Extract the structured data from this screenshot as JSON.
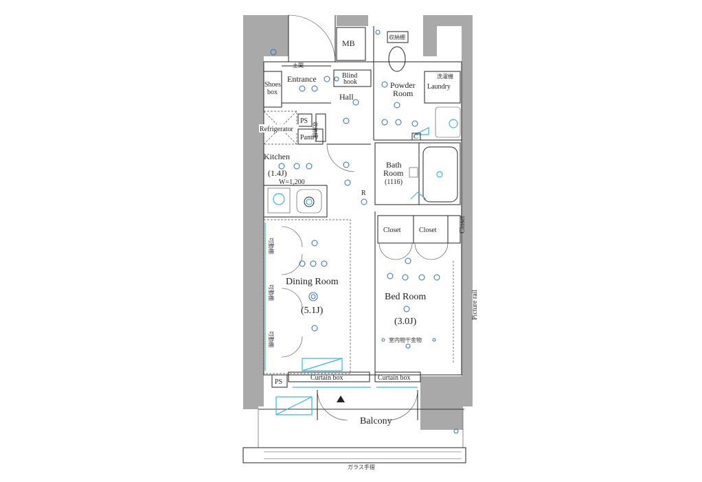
{
  "rooms": {
    "mb": "MB",
    "entrance": "Entrance",
    "entrance_note": "土間",
    "shoes_box_1": "Shoes",
    "shoes_box_2": "box",
    "blind_hook_1": "Blind",
    "blind_hook_2": "hook",
    "hall": "Hall",
    "powder_room_1": "Powder",
    "powder_room_2": "Room",
    "laundry": "Laundry",
    "laundry_note": "洗濯機",
    "toilet_note": "収納棚",
    "ps_upper": "PS",
    "refrigerator": "Refrigerator",
    "pantry": "Pantry",
    "kitchen": "Kitchen",
    "kitchen_size": "(1.4J)",
    "kitchen_width": "W=1,200",
    "bath_room_1": "Bath",
    "bath_room_2": "Room",
    "bath_size": "(1116)",
    "closet_1": "Closet",
    "closet_2": "Closet",
    "closet_3": "Closet",
    "dining_room": "Dining Room",
    "dining_size": "(5.1J)",
    "bed_room": "Bed Room",
    "bed_size": "(3.0J)",
    "indoor_dry": "室内物干金物",
    "picture_rail": "Picture rail",
    "curtain_box_1": "Curtain box",
    "curtain_box_2": "Curtain box",
    "ps_lower": "PS",
    "balcony": "Balcony",
    "glass_rail": "ガラス手摺",
    "storage_1": "可動棚",
    "storage_2": "可動棚",
    "storage_3": "可動棚",
    "symbol_c": "C",
    "symbol_r": "R"
  }
}
